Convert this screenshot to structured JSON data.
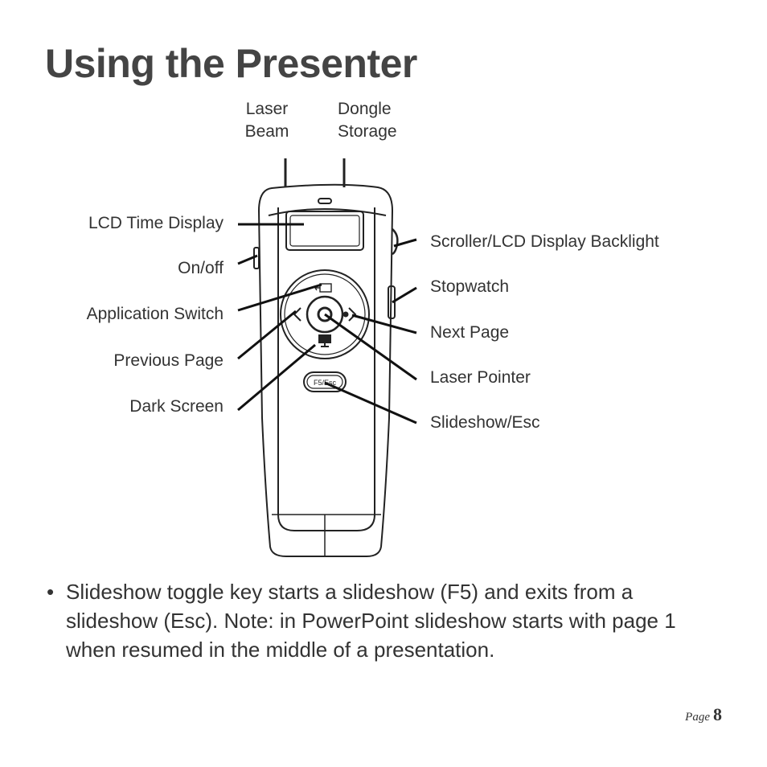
{
  "page": {
    "title": "Using the Presenter",
    "labels": {
      "laser_beam_line1": "Laser",
      "laser_beam_line2": "Beam",
      "dongle_storage_line1": "Dongle",
      "dongle_storage_line2": "Storage",
      "lcd_time_display": "LCD Time Display",
      "on_off": "On/off",
      "application_switch": "Application Switch",
      "previous_page": "Previous Page",
      "dark_screen": "Dark Screen",
      "scroller_backlight": "Scroller/LCD Display Backlight",
      "stopwatch": "Stopwatch",
      "next_page": "Next Page",
      "laser_pointer": "Laser Pointer",
      "slideshow_esc": "Slideshow/Esc"
    },
    "button_text": "F5/Esc",
    "bullet": "•",
    "note": "Slideshow toggle key starts a slideshow (F5) and exits from a slideshow (Esc). Note: in PowerPoint slideshow starts with page 1 when resumed in the middle of a presentation.",
    "footer": {
      "page_word": "Page",
      "page_number": "8"
    }
  }
}
